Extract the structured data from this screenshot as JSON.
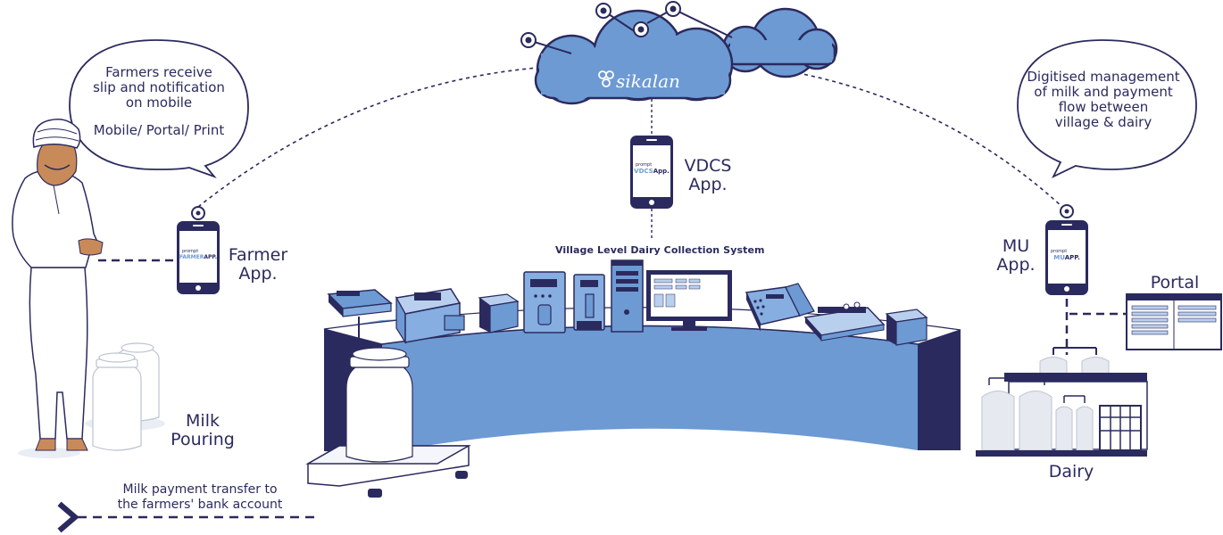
{
  "cloud": {
    "brand": "sikalan"
  },
  "bubbles": {
    "farmer": {
      "lines": [
        "Farmers receive",
        "slip and notification",
        "on mobile"
      ],
      "channels": "Mobile/ Portal/ Print"
    },
    "dairy": {
      "lines": [
        "Digitised management",
        "of milk and payment",
        "flow between",
        "village & dairy"
      ]
    }
  },
  "apps": {
    "vdcs": {
      "label_line1": "VDCS",
      "label_line2": "App.",
      "screen_top": "prompt",
      "screen_brand": "VDCS",
      "screen_suffix": "App."
    },
    "farmer": {
      "label_line1": "Farmer",
      "label_line2": "App.",
      "screen_top": "prompt",
      "screen_brand": "FARMER",
      "screen_suffix": "APP."
    },
    "mu": {
      "label_line1": "MU",
      "label_line2": "App.",
      "screen_top": "prompt",
      "screen_brand": "MU",
      "screen_suffix": "APP."
    }
  },
  "system_title": "Village Level Dairy Collection System",
  "labels": {
    "milk_line1": "Milk",
    "milk_line2": "Pouring",
    "dairy": "Dairy",
    "portal": "Portal",
    "payment_line1": "Milk payment transfer to",
    "payment_line2": "the farmers' bank account"
  },
  "colors": {
    "navy": "#2b2a5e",
    "blue": "#6d9ad3",
    "light_blue": "#b9cfee",
    "mid_blue": "#86aee0"
  }
}
